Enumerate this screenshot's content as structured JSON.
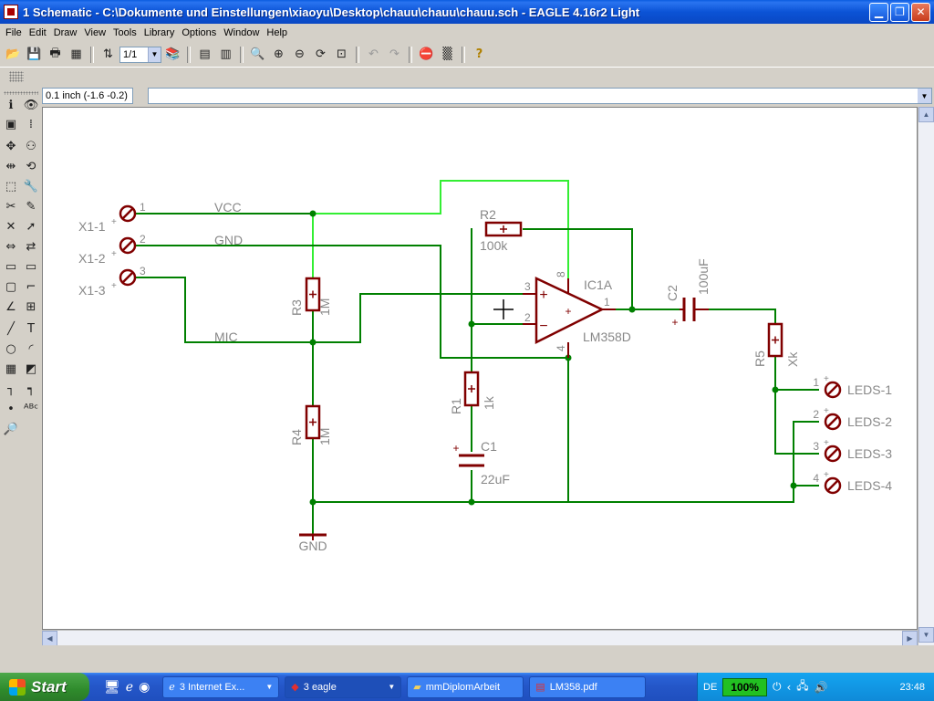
{
  "window": {
    "title": "1 Schematic - C:\\Dokumente und Einstellungen\\xiaoyu\\Desktop\\chauu\\chauu\\chauu.sch - EAGLE 4.16r2 Light",
    "minimize_icon": "minimize-icon",
    "maximize_icon": "restore-icon",
    "close_icon": "close-icon"
  },
  "menu": {
    "items": [
      "File",
      "Edit",
      "Draw",
      "View",
      "Tools",
      "Library",
      "Options",
      "Window",
      "Help"
    ]
  },
  "toolbar": {
    "sheet_select": "1/1"
  },
  "command_bar": {
    "coordinate_readout": "0.1 inch (-1.6 -0.2)",
    "command_value": ""
  },
  "schematic": {
    "colors": {
      "wire": "#008000",
      "highlight_wire": "#33ee33",
      "part": "#800000",
      "text": "#888888"
    },
    "connectors_in": [
      {
        "pin": "1",
        "name": "X1-1"
      },
      {
        "pin": "2",
        "name": "X1-2"
      },
      {
        "pin": "3",
        "name": "X1-3"
      }
    ],
    "connectors_out": [
      {
        "pin": "1",
        "name": "LEDS-1"
      },
      {
        "pin": "2",
        "name": "LEDS-2"
      },
      {
        "pin": "3",
        "name": "LEDS-3"
      },
      {
        "pin": "4",
        "name": "LEDS-4"
      }
    ],
    "net_labels": {
      "vcc": "VCC",
      "gnd": "GND",
      "mic": "MIC"
    },
    "ground_symbol_label": "GND",
    "parts": {
      "r1": {
        "name": "R1",
        "value": "1k"
      },
      "r2": {
        "name": "R2",
        "value": "100k"
      },
      "r3": {
        "name": "R3",
        "value": "1M"
      },
      "r4": {
        "name": "R4",
        "value": "1M"
      },
      "r5": {
        "name": "R5",
        "value": "Xk"
      },
      "c1": {
        "name": "C1",
        "value": "22uF"
      },
      "c2": {
        "name": "C2",
        "value": "100uF"
      },
      "ic1": {
        "name": "IC1A",
        "value": "LM358D"
      }
    },
    "ic_pins": {
      "in_plus": "3",
      "in_minus": "2",
      "out": "1",
      "vcc": "8",
      "gnd": "4"
    }
  },
  "taskbar": {
    "start_label": "Start",
    "tasks": [
      {
        "label": "3 Internet Ex...",
        "icon": "ie-icon"
      },
      {
        "label": "3 eagle",
        "icon": "eagle-icon"
      },
      {
        "label": "mmDiplomArbeit",
        "icon": "folder-icon"
      },
      {
        "label": "LM358.pdf",
        "icon": "pdf-icon"
      }
    ],
    "language": "DE",
    "zoom_indicator": "100%",
    "clock": "23:48"
  }
}
